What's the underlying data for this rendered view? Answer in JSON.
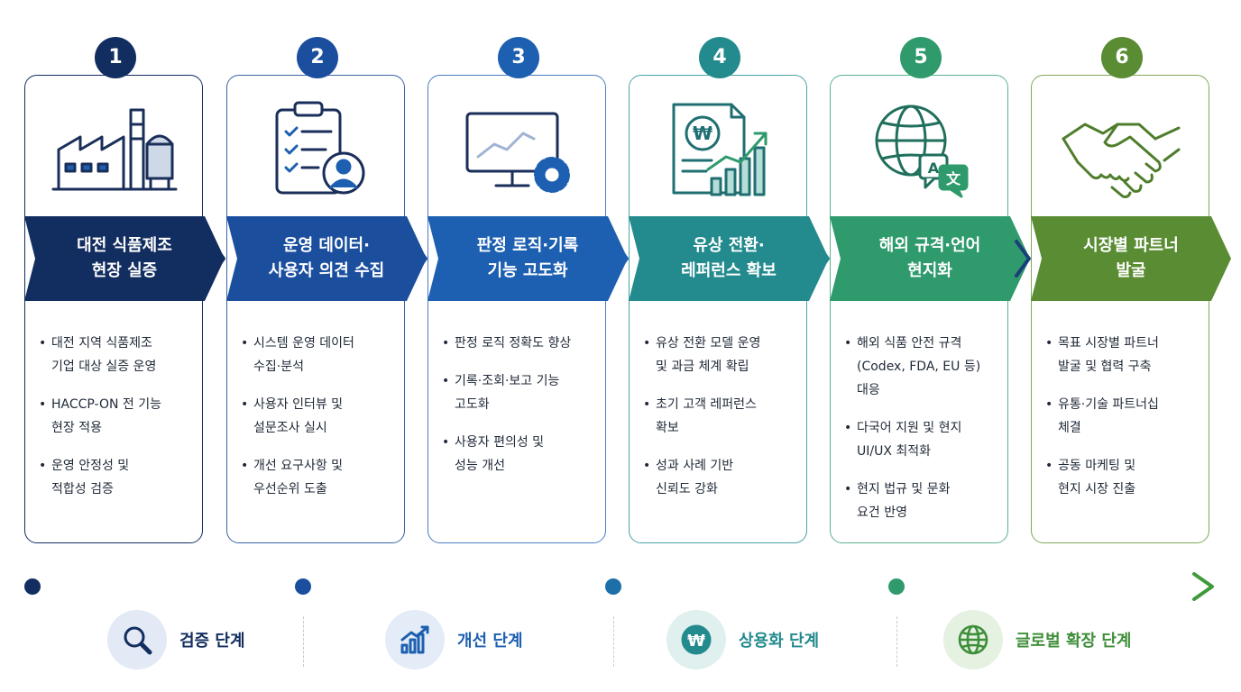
{
  "colors": {
    "step1": "#122d5f",
    "step2": "#1b4f9e",
    "step3": "#1d5fb0",
    "step4": "#238a8d",
    "step5": "#2f9a6c",
    "step6": "#5a8c33"
  },
  "steps": [
    {
      "number": "1",
      "icon": "factory-icon",
      "title_lines": [
        "대전 식품제조",
        "현장 실증"
      ],
      "bullets": [
        [
          "대전 지역 식품제조",
          "기업 대상 실증 운영"
        ],
        [
          "HACCP-ON 전 기능",
          "현장 적용"
        ],
        [
          "운영 안정성 및",
          "적합성 검증"
        ]
      ]
    },
    {
      "number": "2",
      "icon": "clipboard-user-icon",
      "title_lines": [
        "운영 데이터·",
        "사용자 의견 수집"
      ],
      "bullets": [
        [
          "시스템 운영 데이터",
          "수집·분석"
        ],
        [
          "사용자 인터뷰 및",
          "설문조사 실시"
        ],
        [
          "개선 요구사항 및",
          "우선순위 도출"
        ]
      ]
    },
    {
      "number": "3",
      "icon": "monitor-gear-icon",
      "title_lines": [
        "판정 로직·기록",
        "기능 고도화"
      ],
      "bullets": [
        [
          "판정 로직 정확도 향상"
        ],
        [
          "기록·조회·보고 기능",
          "고도화"
        ],
        [
          "사용자 편의성 및",
          "성능 개선"
        ]
      ]
    },
    {
      "number": "4",
      "icon": "won-growth-icon",
      "title_lines": [
        "유상 전환·",
        "레퍼런스 확보"
      ],
      "bullets": [
        [
          "유상 전환 모델 운영",
          "및 과금 체계 확립"
        ],
        [
          "초기 고객 레퍼런스",
          "확보"
        ],
        [
          "성과 사례 기반",
          "신뢰도 강화"
        ]
      ]
    },
    {
      "number": "5",
      "icon": "globe-translate-icon",
      "title_lines": [
        "해외 규격·언어",
        "현지화"
      ],
      "bullets": [
        [
          "해외 식품 안전 규격",
          "(Codex, FDA, EU 등)",
          "대응"
        ],
        [
          "다국어 지원 및 현지",
          "UI/UX 최적화"
        ],
        [
          "현지 법규 및 문화",
          "요건 반영"
        ]
      ]
    },
    {
      "number": "6",
      "icon": "handshake-icon",
      "title_lines": [
        "시장별 파트너",
        "발굴"
      ],
      "bullets": [
        [
          "목표 시장별 파트너",
          "발굴 및 협력 구축"
        ],
        [
          "유통·기술 파트너십",
          "체결"
        ],
        [
          "공동 마케팅 및",
          "현지 시장 진출"
        ]
      ]
    }
  ],
  "phases": [
    {
      "label": "검증 단계",
      "icon": "magnifier-icon",
      "color": "#122d5f",
      "bg": "#e3eaf5"
    },
    {
      "label": "개선 단계",
      "icon": "bar-growth-icon",
      "color": "#1d5fb0",
      "bg": "#e3ecf7"
    },
    {
      "label": "상용화 단계",
      "icon": "won-coin-icon",
      "color": "#238a8d",
      "bg": "#e0f0ef"
    },
    {
      "label": "글로벌 확장 단계",
      "icon": "globe-icon",
      "color": "#3f8f3a",
      "bg": "#e5f1e1"
    }
  ]
}
